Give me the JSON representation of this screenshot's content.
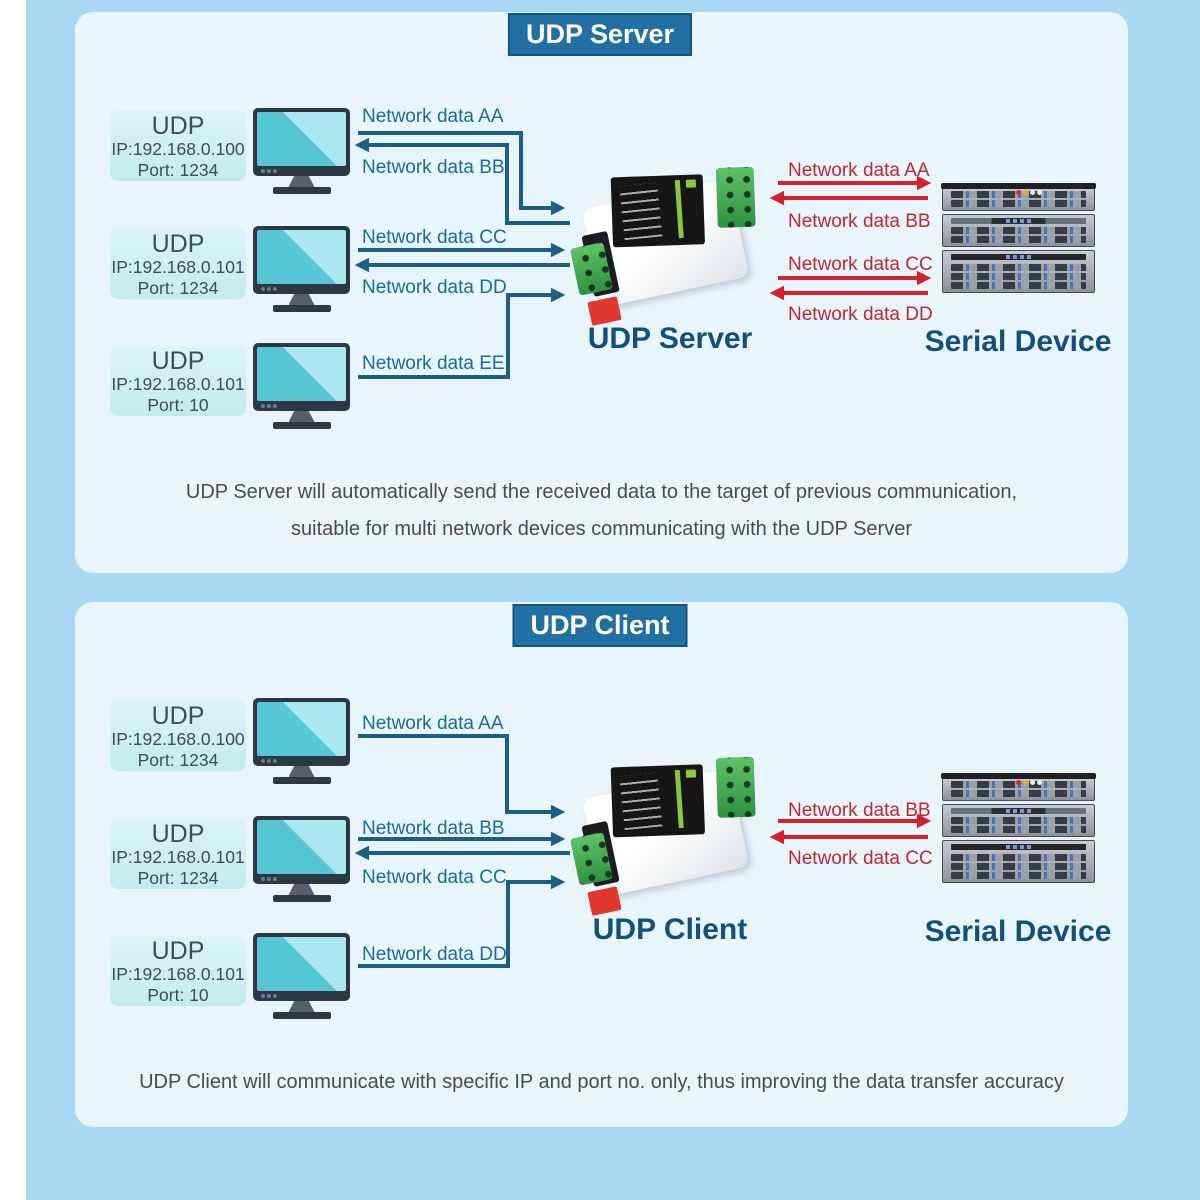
{
  "colors": {
    "outer_background": "#a9d8f0",
    "panel_background": "#e9f5fc",
    "title_box": "#2070a3",
    "title_border": "#14537c",
    "blue_arrow": "#1b5f88",
    "blue_label": "#1a6b9d",
    "red_arrow": "#d2232a",
    "red_label": "#c2272e",
    "caption_text": "#124f7c",
    "host_box": "#cdeef2",
    "description_text": "#4b4b4b"
  },
  "panels": [
    {
      "title": "UDP Server",
      "hosts": [
        {
          "name": "UDP",
          "ip": "IP:192.168.0.100",
          "port": "Port: 1234"
        },
        {
          "name": "UDP",
          "ip": "IP:192.168.0.101",
          "port": "Port: 1234"
        },
        {
          "name": "UDP",
          "ip": "IP:192.168.0.101",
          "port": "Port: 10"
        }
      ],
      "net_labels": {
        "aa": "Network data AA",
        "bb": "Network data BB",
        "cc": "Network data CC",
        "dd": "Network data DD",
        "ee": "Network data EE"
      },
      "serial_labels": {
        "aa": "Network data AA",
        "bb": "Network data BB",
        "cc": "Network data CC",
        "dd": "Network data DD"
      },
      "device_caption": "UDP Server",
      "serial_caption": "Serial Device",
      "description_line1": "UDP Server will automatically send the received data to the target of previous communication,",
      "description_line2": "suitable for multi network devices communicating with the UDP Server"
    },
    {
      "title": "UDP Client",
      "hosts": [
        {
          "name": "UDP",
          "ip": "IP:192.168.0.100",
          "port": "Port: 1234"
        },
        {
          "name": "UDP",
          "ip": "IP:192.168.0.101",
          "port": "Port: 1234"
        },
        {
          "name": "UDP",
          "ip": "IP:192.168.0.101",
          "port": "Port: 10"
        }
      ],
      "net_labels": {
        "aa": "Network data AA",
        "bb": "Network data BB",
        "cc": "Network data CC",
        "dd": "Network data DD"
      },
      "serial_labels": {
        "bb": "Network data BB",
        "cc": "Network data CC"
      },
      "device_caption": "UDP Client",
      "serial_caption": "Serial Device",
      "description_line1": "UDP Client will communicate with specific IP and port no. only, thus improving the data transfer accuracy"
    }
  ]
}
